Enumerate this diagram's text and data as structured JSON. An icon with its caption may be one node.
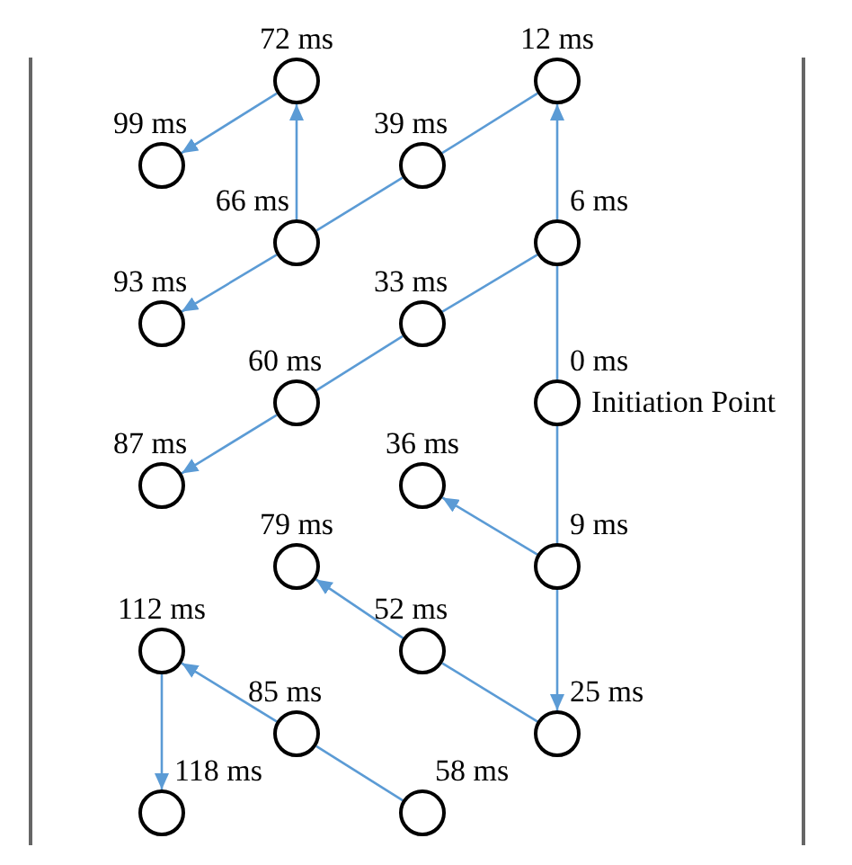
{
  "diagram": {
    "nodes": [
      {
        "text": [
          "72 ms"
        ]
      },
      {
        "text": [
          "12 ms"
        ]
      },
      {
        "text": [
          "99 ms"
        ]
      },
      {
        "text": [
          "39 ms"
        ]
      },
      {
        "text": [
          "66 ms"
        ]
      },
      {
        "text": [
          "6 ms"
        ]
      },
      {
        "text": [
          "93 ms"
        ]
      },
      {
        "text": [
          "33 ms"
        ]
      },
      {
        "text": [
          "60 ms"
        ]
      },
      {
        "text": [
          "0 ms"
        ],
        "beside": [
          "Initiation Point"
        ]
      },
      {
        "text": [
          "87 ms"
        ]
      },
      {
        "text": [
          "36 ms"
        ]
      },
      {
        "text": [
          "79 ms"
        ]
      },
      {
        "text": [
          "9 ms"
        ]
      },
      {
        "text": [
          "112 ms"
        ]
      },
      {
        "text": [
          "52 ms"
        ]
      },
      {
        "text": [
          "85 ms"
        ]
      },
      {
        "text": [
          "25 ms"
        ]
      },
      {
        "text": [
          "118 ms"
        ]
      },
      {
        "text": [
          "58 ms"
        ]
      }
    ],
    "edges": [
      {
        "from": 9,
        "to": 5,
        "arrow": "none"
      },
      {
        "from": 5,
        "to": 1,
        "arrow": "to"
      },
      {
        "from": 9,
        "to": 13,
        "arrow": "none"
      },
      {
        "from": 13,
        "to": 17,
        "arrow": "to"
      },
      {
        "from": 1,
        "to": 3,
        "arrow": "none"
      },
      {
        "from": 3,
        "to": 4,
        "arrow": "none"
      },
      {
        "from": 4,
        "to": 6,
        "arrow": "to"
      },
      {
        "from": 5,
        "to": 7,
        "arrow": "none"
      },
      {
        "from": 7,
        "to": 8,
        "arrow": "none"
      },
      {
        "from": 8,
        "to": 10,
        "arrow": "to"
      },
      {
        "from": 13,
        "to": 11,
        "arrow": "to"
      },
      {
        "from": 17,
        "to": 15,
        "arrow": "none"
      },
      {
        "from": 15,
        "to": 12,
        "arrow": "to"
      },
      {
        "from": 19,
        "to": 16,
        "arrow": "none"
      },
      {
        "from": 16,
        "to": 14,
        "arrow": "to"
      },
      {
        "from": 14,
        "to": 18,
        "arrow": "to"
      },
      {
        "from": 4,
        "to": 0,
        "arrow": "to"
      },
      {
        "from": 0,
        "to": 2,
        "arrow": "to"
      }
    ]
  }
}
